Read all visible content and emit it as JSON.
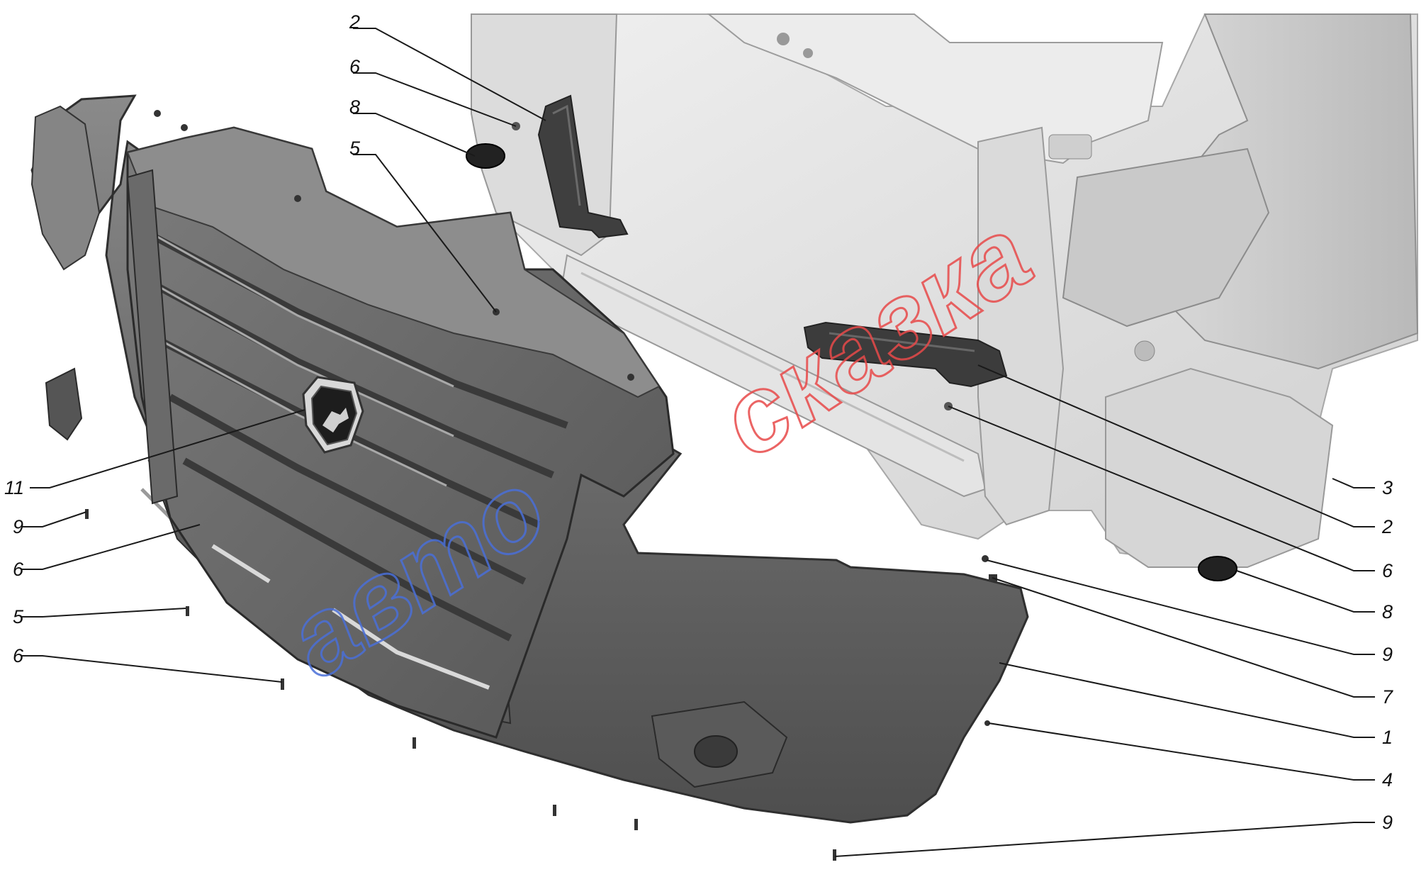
{
  "diagram": {
    "labels": [
      "1",
      "2",
      "3",
      "4",
      "5",
      "6",
      "7",
      "8",
      "9",
      "11"
    ],
    "watermark": {
      "red_text": "сказка",
      "blue_text": "авто",
      "red_color": "#e84a4a",
      "blue_color": "#4a6fd8"
    },
    "colors": {
      "bumper": "#6f6f6f",
      "frame": "#e6e6e6",
      "bracket": "#4a4a4a"
    }
  }
}
